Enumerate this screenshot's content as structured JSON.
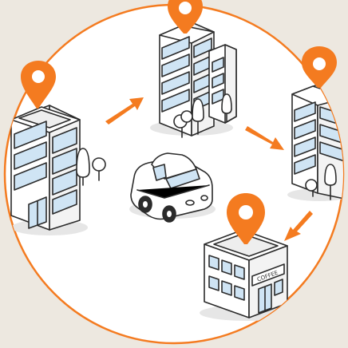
{
  "illustration": {
    "colors": {
      "page_background": "#ede8e0",
      "circle_fill": "#ffffff",
      "accent": "#f47b20",
      "outline": "#2b2b2b",
      "glass": "#cfe4f4",
      "tree": "#ffffff"
    },
    "shop_sign": "COFFEE",
    "route": [
      {
        "stop": "office-building-left",
        "pin": "location-pin-icon"
      },
      {
        "stop": "office-tower-top",
        "pin": "location-pin-icon"
      },
      {
        "stop": "office-tower-right",
        "pin": "location-pin-icon"
      },
      {
        "stop": "coffee-shop",
        "pin": "location-pin-icon"
      }
    ],
    "vehicle": "car-icon",
    "arrows": [
      "route-arrow-icon",
      "route-arrow-icon",
      "route-arrow-icon"
    ]
  }
}
